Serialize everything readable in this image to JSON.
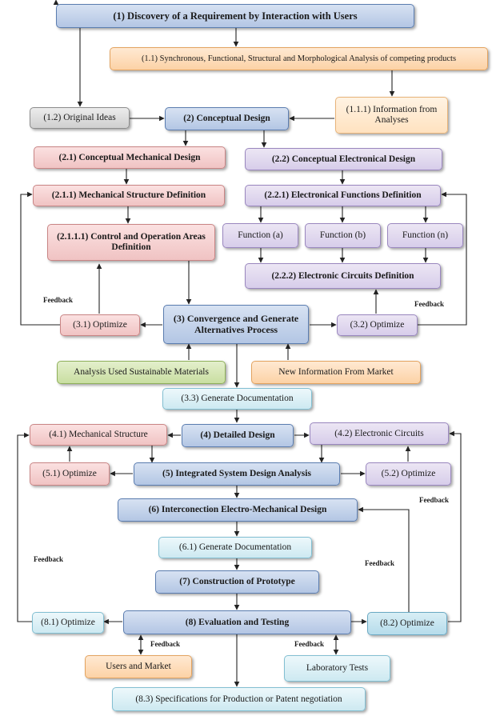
{
  "nodes": {
    "n1": "(1) Discovery of a Requirement by Interaction with Users",
    "n1_1": "(1.1) Synchronous, Functional, Structural and Morphological Analysis of competing products",
    "n1_2": "(1.2) Original Ideas",
    "n1_1_1": "(1.1.1) Information from Analyses",
    "n2": "(2) Conceptual Design",
    "n2_1": "(2.1) Conceptual Mechanical Design",
    "n2_2": "(2.2) Conceptual Electronical Design",
    "n2_1_1": "(2.1.1) Mechanical Structure Definition",
    "n2_2_1": "(2.2.1) Electronical Functions Definition",
    "func_a": "Function (a)",
    "func_b": "Function (b)",
    "func_n": "Function (n)",
    "n2_1_1_1": "(2.1.1.1) Control and Operation Areas Definition",
    "n2_2_2": "(2.2.2) Electronic Circuits Definition",
    "n3": "(3) Convergence and Generate Alternatives Process",
    "n3_1": "(3.1) Optimize",
    "n3_2": "(3.2) Optimize",
    "sustainable": "Analysis Used Sustainable Materials",
    "market_info": "New Information From Market",
    "n3_3": "(3.3) Generate Documentation",
    "n4": "(4) Detailed Design",
    "n4_1": "(4.1) Mechanical Structure",
    "n4_2": "(4.2) Electronic Circuits",
    "n5": "(5) Integrated System Design Analysis",
    "n5_1": "(5.1) Optimize",
    "n5_2": "(5.2) Optimize",
    "n6": "(6) Interconection Electro-Mechanical Design",
    "n6_1": "(6.1) Generate Documentation",
    "n7": "(7) Construction of Prototype",
    "n8": "(8) Evaluation and Testing",
    "n8_1": "(8.1) Optimize",
    "n8_2": "(8.2) Optimize",
    "users_market": "Users and Market",
    "lab_tests": "Laboratory Tests",
    "n8_3": "(8.3) Specifications for Production or Patent negotiation"
  },
  "labels": {
    "feedback": "Feedback"
  }
}
